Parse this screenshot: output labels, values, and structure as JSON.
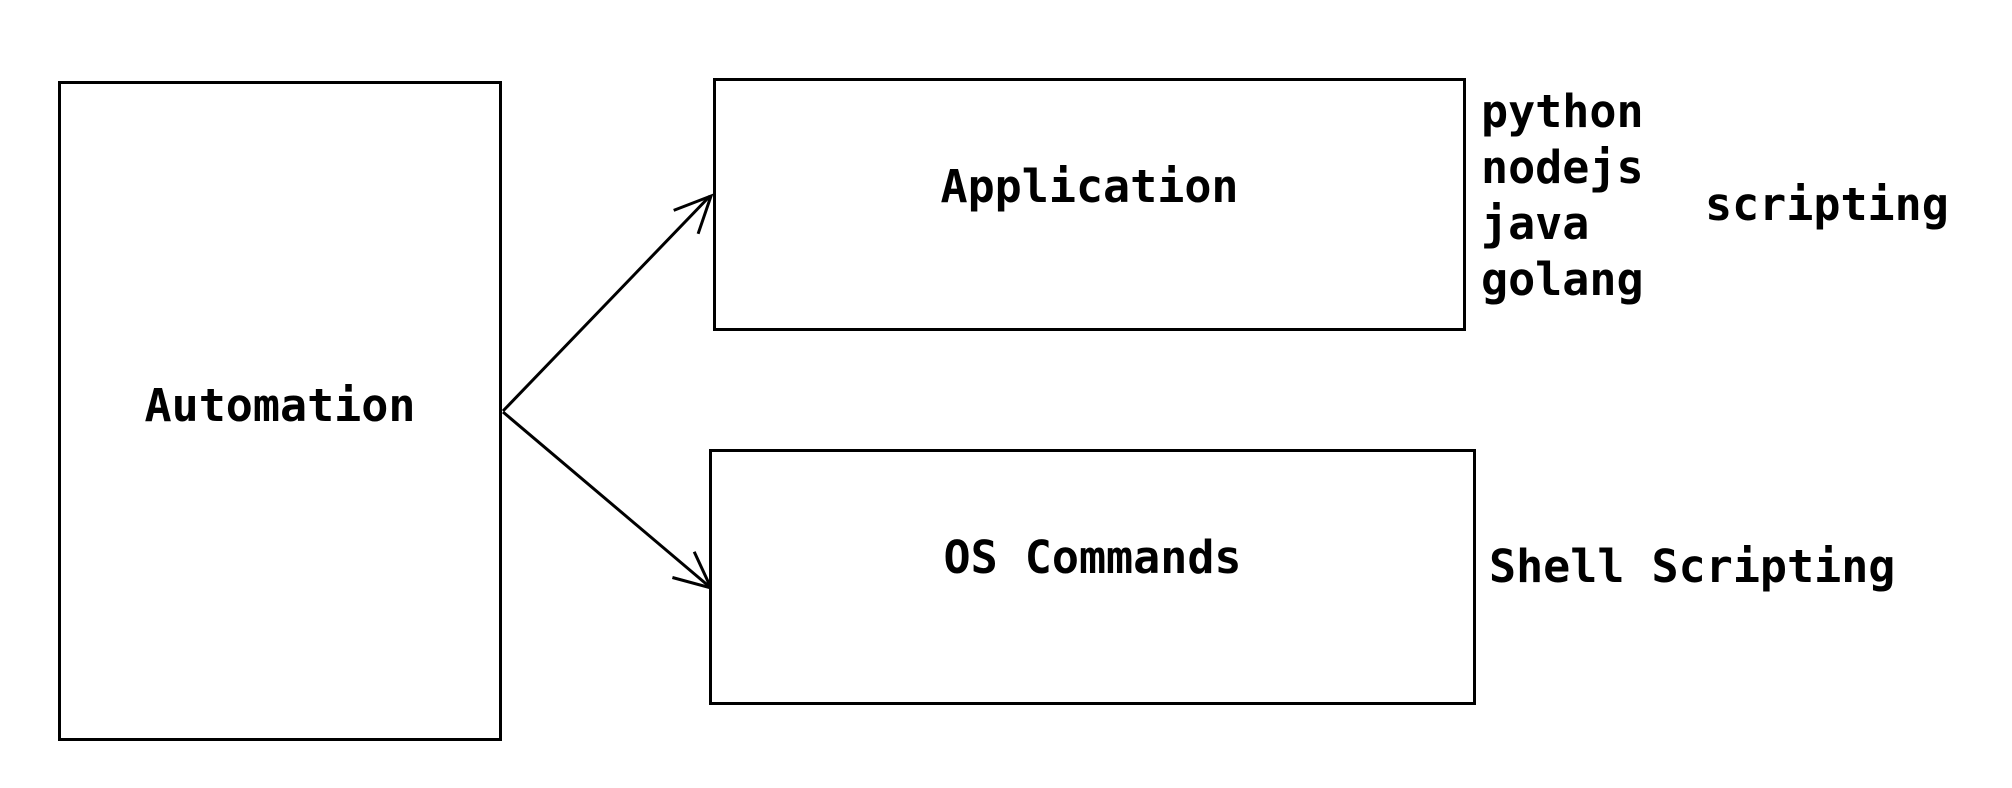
{
  "diagram": {
    "title": "Automation approaches diagram",
    "colors": {
      "background": "#ffffff",
      "stroke": "#000000",
      "text": "#000000"
    },
    "nodes": {
      "automation": {
        "label": "Automation"
      },
      "application": {
        "label": "Application"
      },
      "os_commands": {
        "label": "OS Commands"
      }
    },
    "edges": [
      {
        "from": "Automation",
        "to": "Application"
      },
      {
        "from": "Automation",
        "to": "OS Commands"
      }
    ],
    "annotations": {
      "app_languages": [
        "python",
        "nodejs",
        "java",
        "golang"
      ],
      "app_note": "scripting",
      "os_note": "Shell Scripting"
    }
  }
}
